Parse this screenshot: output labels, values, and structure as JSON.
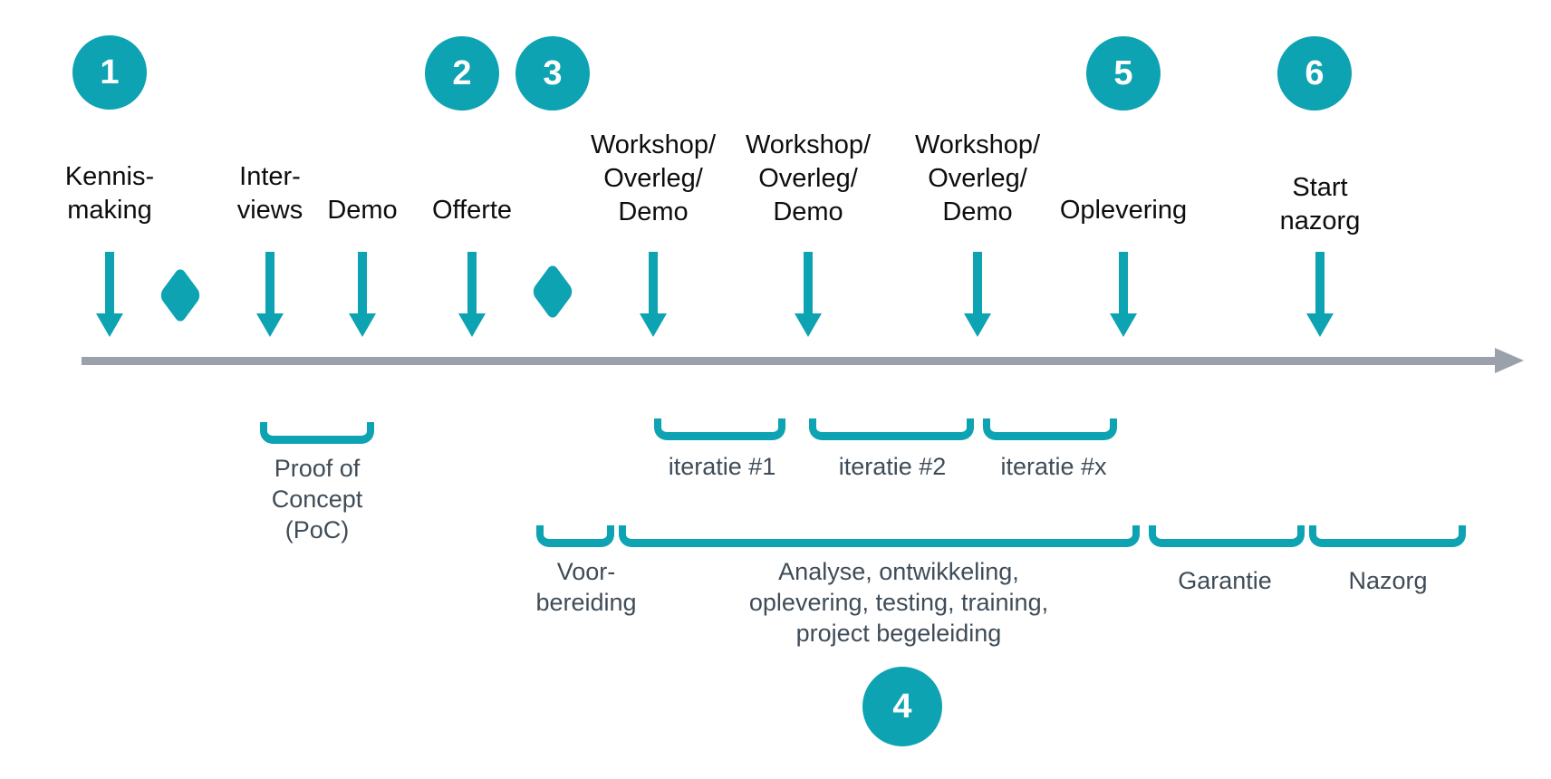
{
  "colors": {
    "accent_teal": "#0da3b2",
    "timeline_gray": "#9aa1aa",
    "milestone_text": "#0d0d0d",
    "phase_text": "#3f4c57",
    "step_number_text": "#ffffff"
  },
  "steps": [
    {
      "number": "1"
    },
    {
      "number": "2"
    },
    {
      "number": "3"
    },
    {
      "number": "4"
    },
    {
      "number": "5"
    },
    {
      "number": "6"
    }
  ],
  "milestones": [
    {
      "label": "Kennis-\nmaking"
    },
    {
      "label": "Inter-\nviews"
    },
    {
      "label": "Demo"
    },
    {
      "label": "Offerte"
    },
    {
      "label": "Workshop/\nOverleg/\nDemo"
    },
    {
      "label": "Workshop/\nOverleg/\nDemo"
    },
    {
      "label": "Workshop/\nOverleg/\nDemo"
    },
    {
      "label": "Oplevering"
    },
    {
      "label": "Start\nnazorg"
    }
  ],
  "phases": {
    "poc": "Proof of\nConcept\n(PoC)",
    "iteration1": "iteratie #1",
    "iteration2": "iteratie #2",
    "iterationx": "iteratie #x",
    "voorbereiding": "Voor-\nbereiding",
    "analyse": "Analyse, ontwikkeling,\noplevering, testing, training,\nproject begeleiding",
    "garantie": "Garantie",
    "nazorg": "Nazorg"
  }
}
